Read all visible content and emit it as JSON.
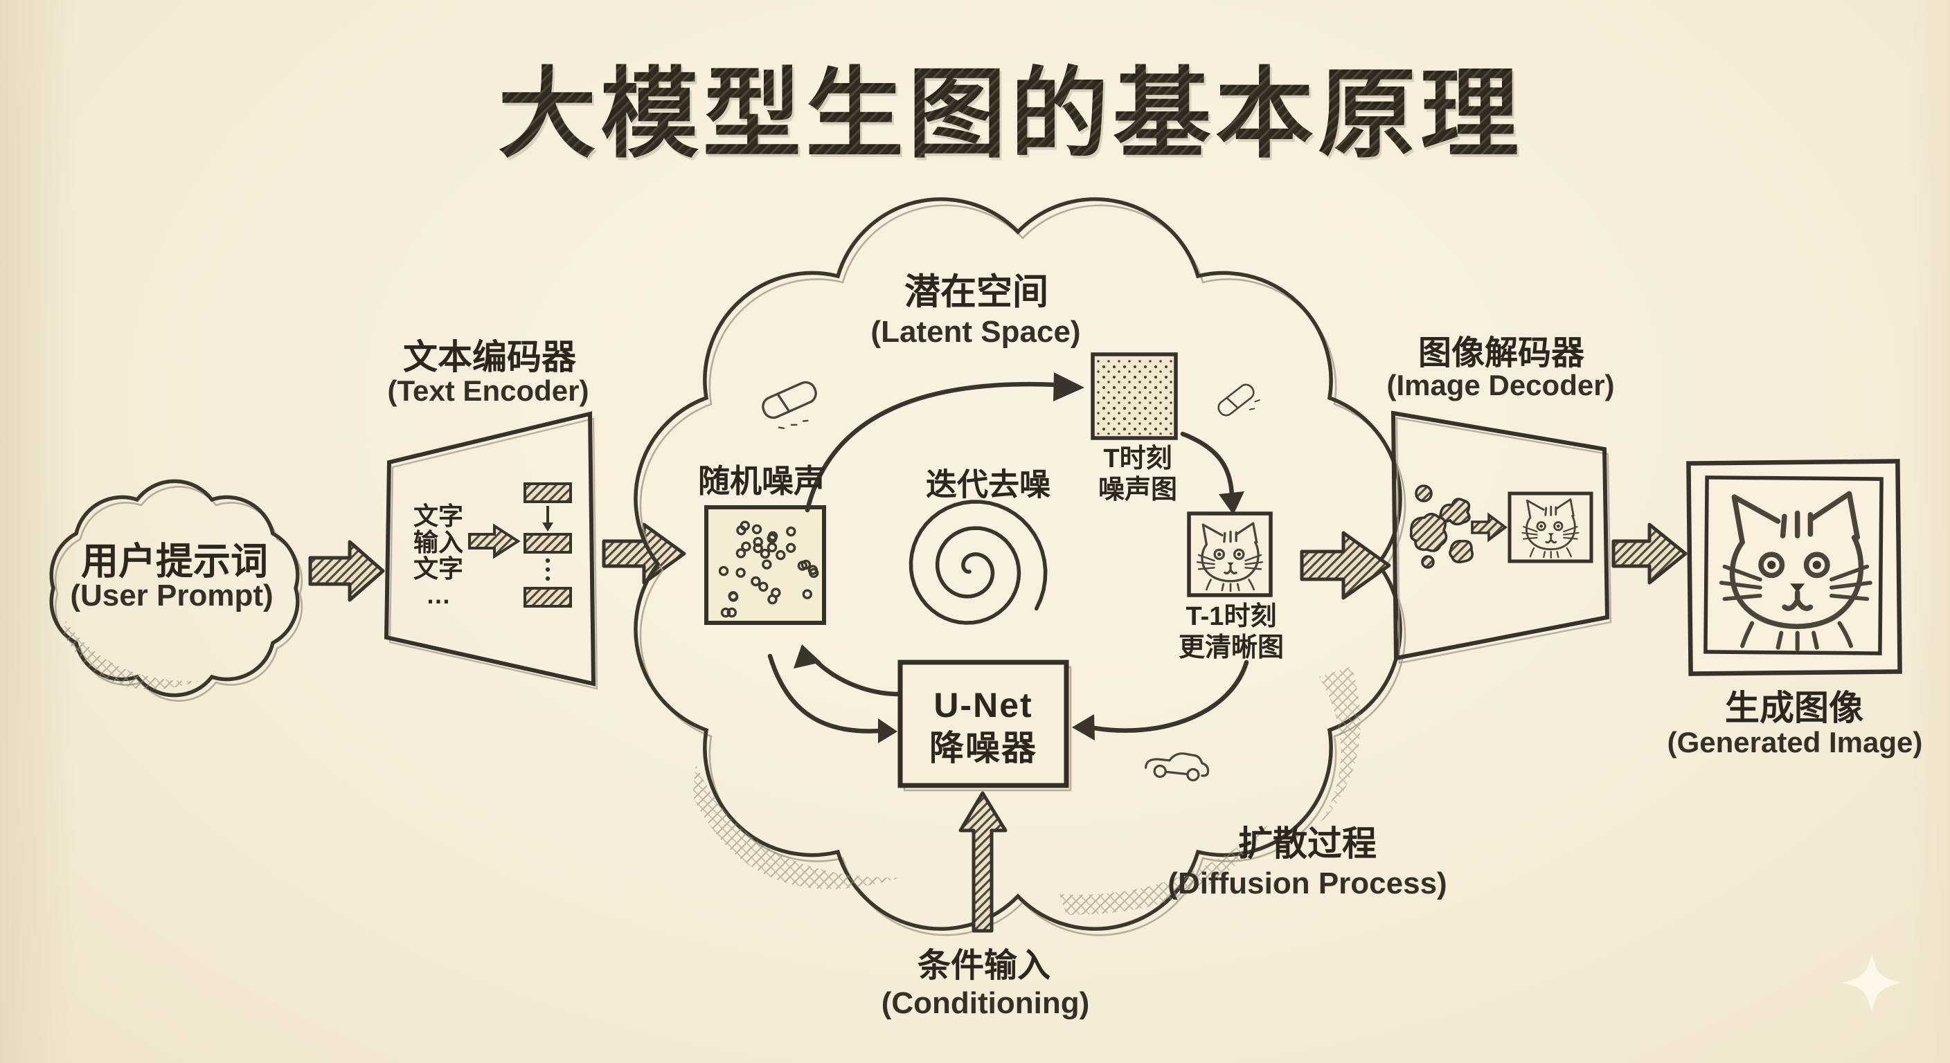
{
  "title": "大模型生图的基本原理",
  "colors": {
    "background": "#f6eeda",
    "ink": "#38332b",
    "hatch": "#4d4739",
    "sparkle": "#fcf7e6"
  },
  "nodes": {
    "user_prompt": {
      "cn": "用户提示词",
      "en": "(User Prompt)"
    },
    "text_encoder": {
      "cn": "文本编码器",
      "en": "(Text Encoder)",
      "input_lines": [
        "文字",
        "输入",
        "文字",
        "…"
      ]
    },
    "latent_space": {
      "cn": "潜在空间",
      "en": "(Latent Space)"
    },
    "random_noise": {
      "cn": "随机噪声"
    },
    "iterative_denoising": {
      "cn": "迭代去噪"
    },
    "noise_at_t": {
      "line1": "T时刻",
      "line2": "噪声图"
    },
    "clearer_at_t1": {
      "line1": "T-1时刻",
      "line2": "更清晰图"
    },
    "unet": {
      "line1": "U-Net",
      "line2": "降噪器"
    },
    "conditioning": {
      "cn": "条件输入",
      "en": "(Conditioning)"
    },
    "diffusion_process": {
      "cn": "扩散过程",
      "en": "(Diffusion Process)"
    },
    "image_decoder": {
      "cn": "图像解码器",
      "en": "(Image Decoder)"
    },
    "generated_image": {
      "cn": "生成图像",
      "en": "(Generated Image)"
    }
  },
  "flow_edges": [
    {
      "from": "user_prompt",
      "to": "text_encoder"
    },
    {
      "from": "text_encoder",
      "to": "random_noise"
    },
    {
      "from": "latent_space",
      "to": "noise_at_t"
    },
    {
      "from": "noise_at_t",
      "to": "clearer_at_t1"
    },
    {
      "from": "clearer_at_t1",
      "to": "unet"
    },
    {
      "from": "random_noise",
      "to": "unet"
    },
    {
      "from": "unet",
      "to": "random_noise"
    },
    {
      "from": "conditioning",
      "to": "unet"
    },
    {
      "from": "clearer_at_t1",
      "to": "image_decoder"
    },
    {
      "from": "image_decoder",
      "to": "generated_image"
    }
  ],
  "decorations": [
    "eraser-doodle",
    "eraser-doodle",
    "car-doodle",
    "sparkle"
  ]
}
